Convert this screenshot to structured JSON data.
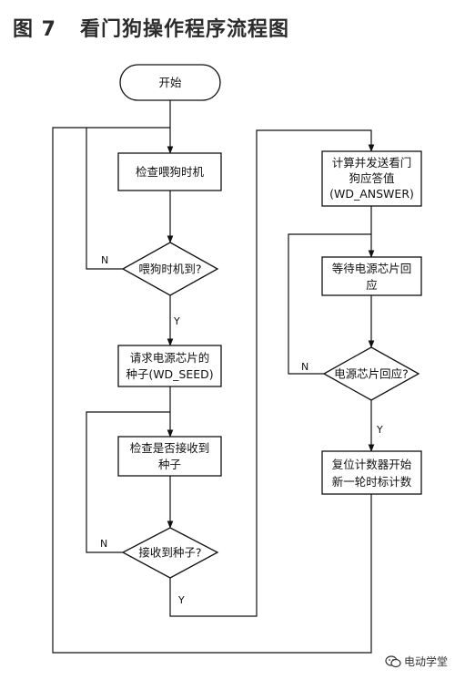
{
  "figure": {
    "label": "图 7",
    "title": "看门狗操作程序流程图"
  },
  "nodes": {
    "start": "开始",
    "check_timer": "检查喂狗时机",
    "timer_due": "喂狗时机到?",
    "request_seed": [
      "请求电源芯片的",
      "种子(WD_SEED)"
    ],
    "check_seed": [
      "检查是否接收到",
      "种子"
    ],
    "seed_received": "接收到种子?",
    "compute_answer": [
      "计算并发送看门",
      "狗应答值",
      "(WD_ANSWER)"
    ],
    "wait_reply": [
      "等待电源芯片回",
      "应"
    ],
    "reply_received": "电源芯片回应?",
    "reset_counter": [
      "复位计数器开始",
      "新一轮时标计数"
    ]
  },
  "branch_labels": {
    "yes": "Y",
    "no": "N"
  },
  "watermark": {
    "text": "电动学堂",
    "icon": "wechat-icon"
  }
}
